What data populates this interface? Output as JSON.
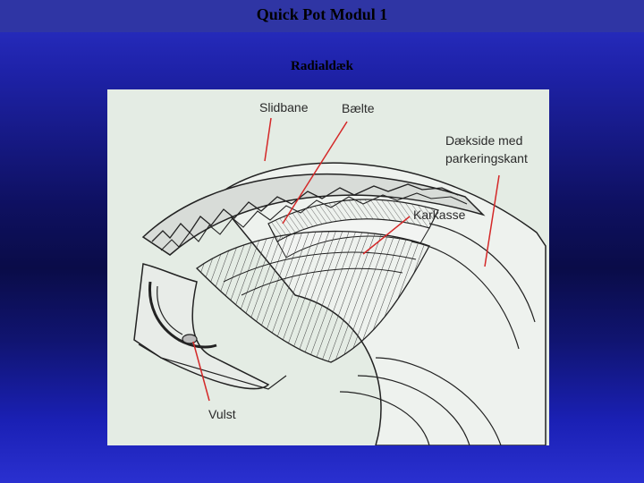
{
  "header": {
    "title": "Quick Pot Modul 1"
  },
  "slide": {
    "subtitle": "Radialdæk"
  },
  "diagram": {
    "labels": {
      "slidbane": "Slidbane",
      "baelte": "Bælte",
      "daekside_line1": "Dækside med",
      "daekside_line2": "parkeringskant",
      "karkasse": "Karkasse",
      "vulst": "Vulst"
    },
    "colors": {
      "background": "#e4ece4",
      "leader_line": "#d42828",
      "outline": "#222222"
    }
  }
}
